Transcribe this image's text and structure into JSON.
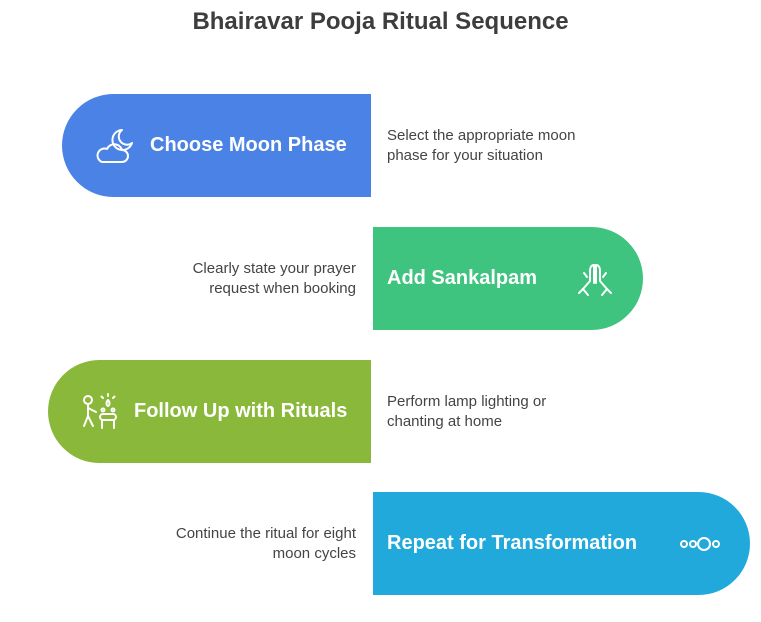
{
  "title": "Bhairavar Pooja Ritual Sequence",
  "steps": [
    {
      "label": "Choose Moon Phase",
      "description_lines": [
        "Select the appropriate moon",
        "phase for your situation"
      ],
      "icon": "moon-cloud-icon",
      "color": "#4b82e5"
    },
    {
      "label": "Add Sankalpam",
      "description_lines": [
        "Clearly state your prayer",
        "request when booking"
      ],
      "icon": "praying-hands-icon",
      "color": "#3ec47f"
    },
    {
      "label": "Follow Up with Rituals",
      "description_lines": [
        "Perform lamp lighting or",
        "chanting at home"
      ],
      "icon": "person-lamp-icon",
      "color": "#8ab83b"
    },
    {
      "label": "Repeat for Transformation",
      "description_lines": [
        "Continue the ritual for eight",
        "moon cycles"
      ],
      "icon": "cycle-dots-icon",
      "color": "#21a9db"
    }
  ]
}
